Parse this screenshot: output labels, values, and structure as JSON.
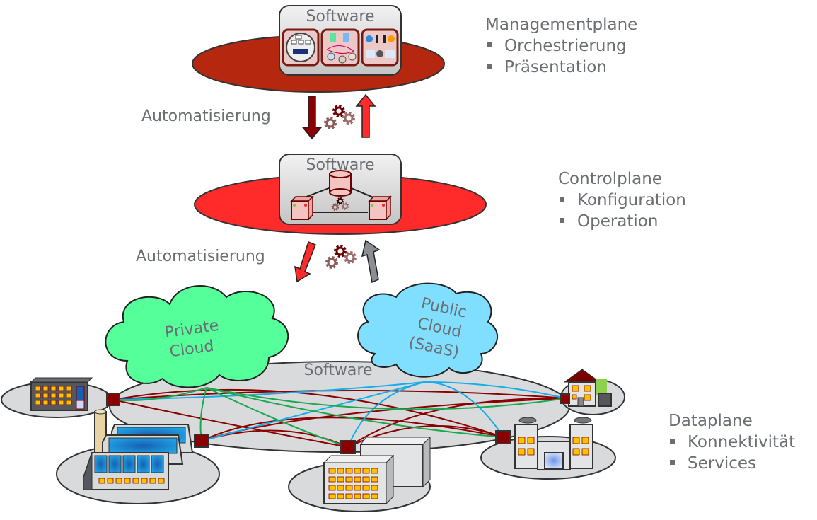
{
  "management": {
    "software_label": "Software",
    "title": "Managementplane",
    "items": [
      "Orchestrierung",
      "Präsentation"
    ],
    "disc_color": "#b5280f",
    "icons": [
      "topology-icon",
      "network-map-icon",
      "dashboard-icon"
    ]
  },
  "automation_top": {
    "label": "Automatisierung",
    "down_arrow_color": "#8b0000",
    "up_arrow_color": "#ff2a2a"
  },
  "control": {
    "software_label": "Software",
    "title": "Controlplane",
    "items": [
      "Konfiguration",
      "Operation"
    ],
    "disc_color": "#ff2a2a"
  },
  "automation_bottom": {
    "label": "Automatisierung",
    "down_arrow_color": "#ff2a2a",
    "up_arrow_color": "#8a8d92"
  },
  "clouds": {
    "private": {
      "line1": "Private",
      "line2": "Cloud",
      "color": "#55ff99"
    },
    "public": {
      "line1": "Public",
      "line2": "Cloud",
      "line3": "(SaaS)",
      "color": "#80dfff"
    }
  },
  "data": {
    "software_label": "Software",
    "title": "Dataplane",
    "items": [
      "Konnektivität",
      "Services"
    ],
    "link_colors": {
      "red": "#8b0000",
      "green": "#1aa84f",
      "blue": "#16aee8"
    },
    "sites": [
      "office-building",
      "solar-factory",
      "datacenter-campus",
      "residential-house",
      "hospital-campus"
    ]
  }
}
